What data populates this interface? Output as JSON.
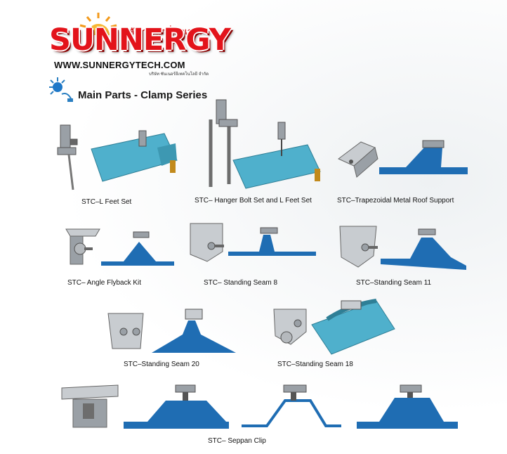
{
  "logo": {
    "brand": "SUNNERGY",
    "tagline_thai": "พลังงาน ทุกที่ ทุกเวลา",
    "website": "WWW.SUNNERGYTECH.COM",
    "company_thai": "บริษัท ซันเนอร์ยีเทคโนโลยี จำกัด"
  },
  "heading": "Main Parts - Clamp Series",
  "products": [
    {
      "caption": "STC–L Feet Set"
    },
    {
      "caption": "STC– Hanger Bolt Set and L Feet Set"
    },
    {
      "caption": "STC–Trapezoidal Metal Roof Support"
    },
    {
      "caption": "STC– Angle Flyback Kit"
    },
    {
      "caption": "STC– Standing Seam 8"
    },
    {
      "caption": "STC–Standing Seam 11"
    },
    {
      "caption": "STC–Standing Seam 20"
    },
    {
      "caption": "STC–Standing Seam 18"
    },
    {
      "caption": "STC– Seppan Clip"
    }
  ],
  "colors": {
    "brand_red": "#e3141b",
    "sun_orange": "#f39a1c",
    "roof_light_blue": "#4fb0cc",
    "roof_dark_blue": "#1f6db3",
    "metal_gray": "#9aa0a6"
  }
}
